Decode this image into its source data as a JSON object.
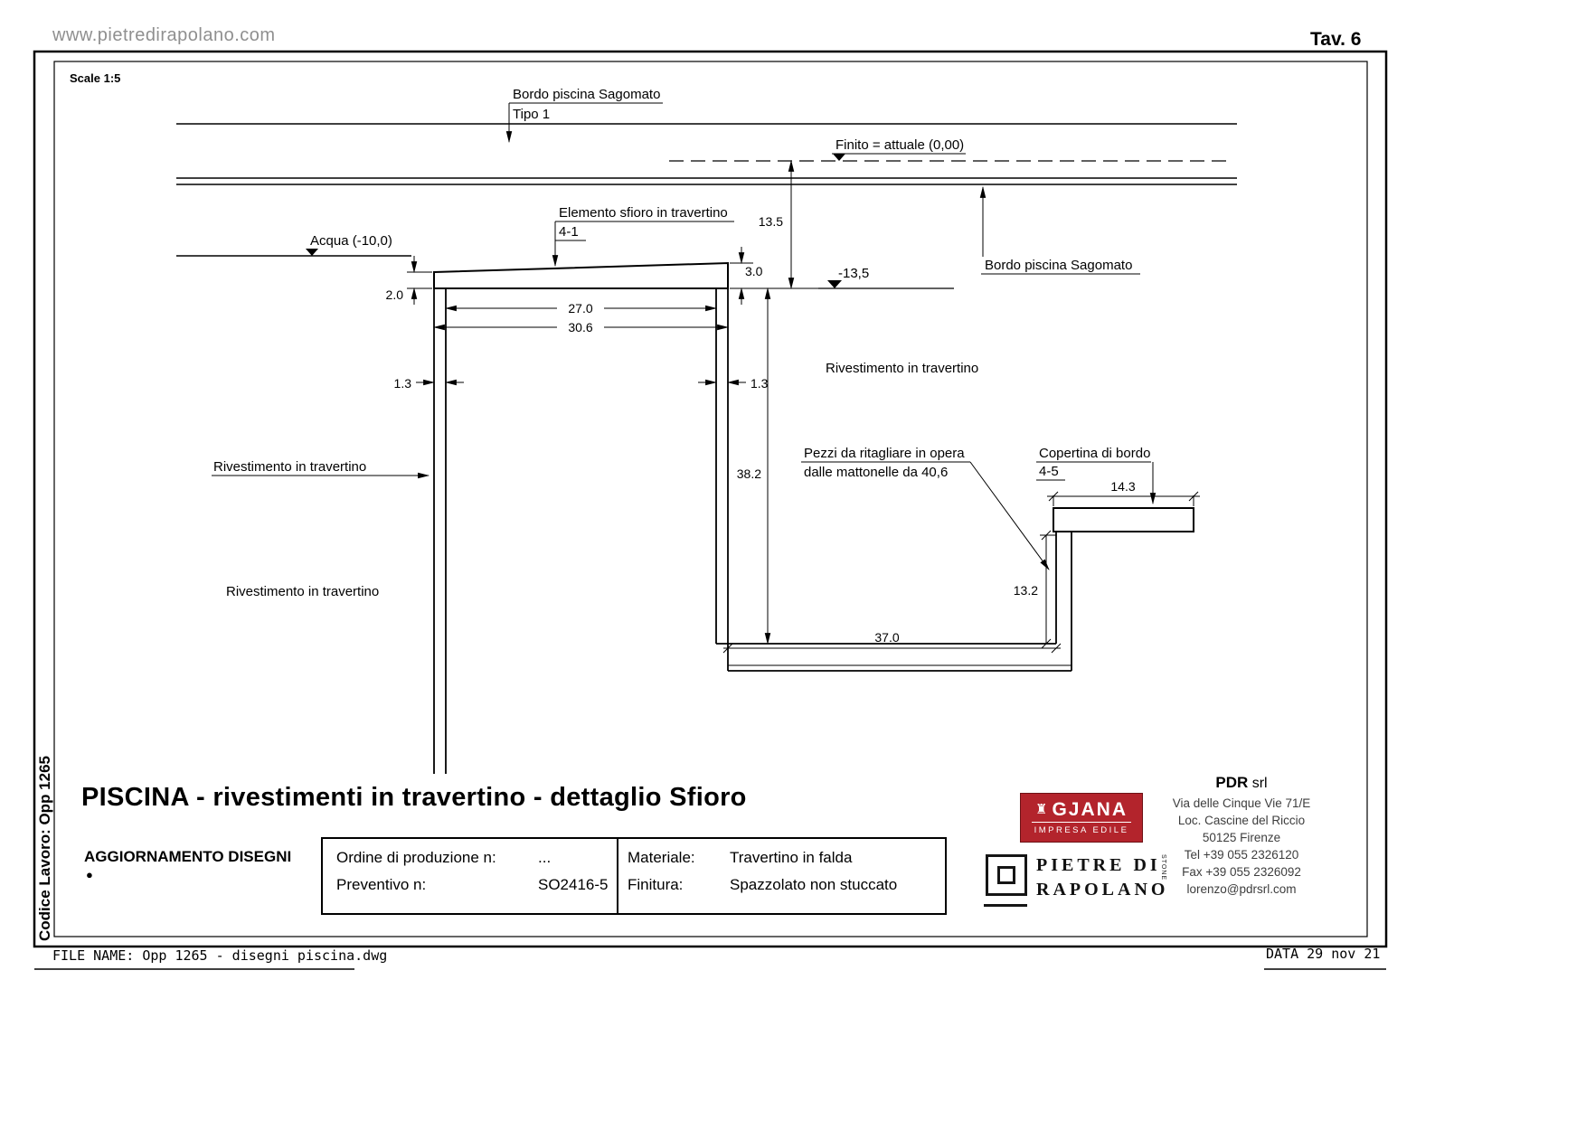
{
  "page": {
    "website": "www.pietredirapolano.com",
    "tav": "Tav. 6",
    "scale": "Scale 1:5",
    "codice_lavoro": "Codice Lavoro: Opp 1265",
    "file_name": "FILE NAME: Opp 1265 - disegni piscina.dwg",
    "date": "DATA 29 nov 21"
  },
  "drawing": {
    "labels": {
      "bordo_top": "Bordo piscina Sagomato",
      "bordo_top_sub": "Tipo 1",
      "finito": "Finito = attuale (0,00)",
      "elemento": "Elemento sfioro in travertino",
      "elemento_sub": "4-1",
      "acqua": "Acqua (-10,0)",
      "bordo_right": "Bordo piscina Sagomato",
      "rivestimento_right": "Rivestimento in travertino",
      "rivestimento_left": "Rivestimento in travertino",
      "rivestimento_lower": "Rivestimento in travertino",
      "pezzi_line1": "Pezzi da ritagliare in opera",
      "pezzi_line2": "dalle mattonelle da 40,6",
      "copertina": "Copertina di bordo",
      "copertina_sub": "4-5"
    },
    "dimensions": {
      "d13_5": "13.5",
      "d3_0": "3.0",
      "d2_0": "2.0",
      "d27_0": "27.0",
      "d30_6": "30.6",
      "d1_3_left": "1.3",
      "d1_3_right": "1.3",
      "d38_2": "38.2",
      "level_m13_5": "-13,5",
      "d14_3": "14.3",
      "d13_2": "13.2",
      "d37_0": "37.0"
    }
  },
  "title_block": {
    "title": "PISCINA - rivestimenti in travertino - dettaglio Sfioro",
    "aggiornamento": "AGGIORNAMENTO DISEGNI",
    "bullet": "●",
    "order": {
      "label": "Ordine di produzione n:",
      "value": "..."
    },
    "preventivo": {
      "label": "Preventivo n:",
      "value": "SO2416-5"
    },
    "materiale": {
      "label": "Materiale:",
      "value": "Travertino in falda"
    },
    "finitura": {
      "label": "Finitura:",
      "value": "Spazzolato non stuccato"
    }
  },
  "logos": {
    "gjana": {
      "castle_icon": "♜",
      "name": "GJANA",
      "subtitle": "IMPRESA EDILE",
      "color": "#b3242c"
    },
    "pietre": {
      "line1": "PIETRE DI",
      "line2": "RAPOLANO",
      "vertical": "STONE"
    }
  },
  "company": {
    "name": "PDR",
    "suffix": " srl",
    "lines": [
      "Via delle Cinque Vie 71/E",
      "Loc. Cascine del Riccio",
      "50125 Firenze",
      "Tel +39 055 2326120",
      "Fax +39 055 2326092",
      "lorenzo@pdrsrl.com"
    ]
  }
}
